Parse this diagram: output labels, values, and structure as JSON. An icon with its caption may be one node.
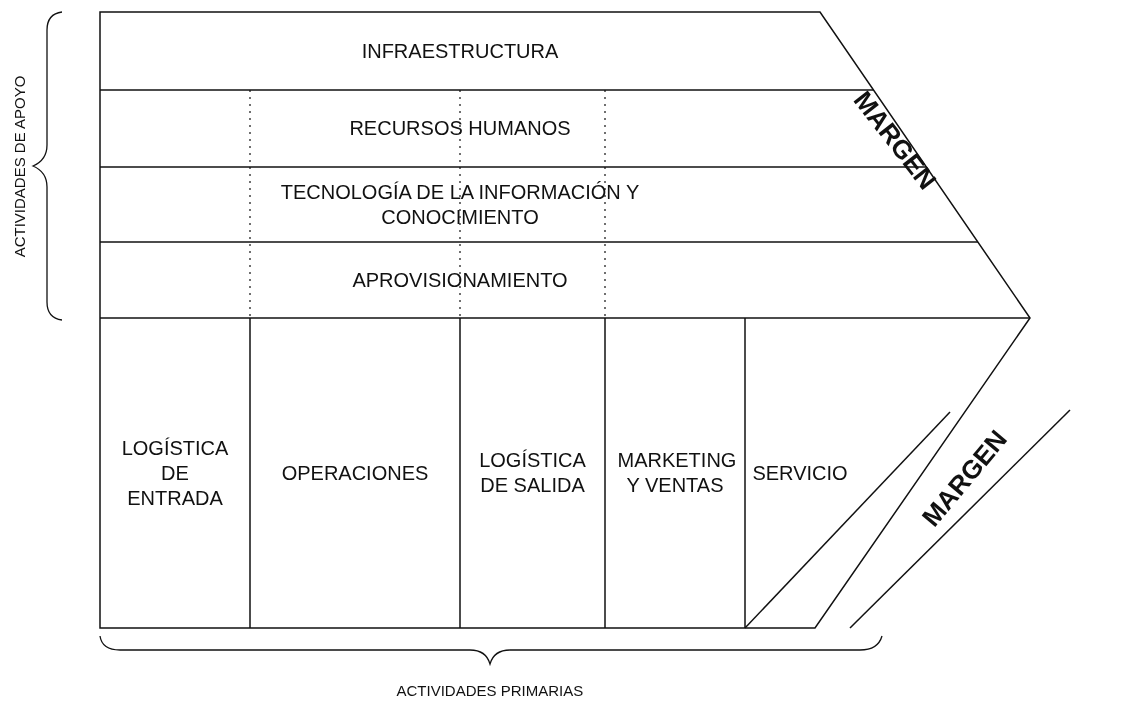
{
  "diagram": {
    "nodes": [
      {
        "text": [
          "INFRAESTRUCTURA"
        ]
      },
      {
        "text": [
          "RECURSOS HUMANOS"
        ]
      },
      {
        "text": [
          "TECNOLOGÍA DE LA INFORMACIÓN Y CONOCIMIENTO"
        ]
      },
      {
        "text": [
          "APROVISIONAMIENTO"
        ]
      },
      {
        "text": [
          "LOGÍSTICA DE ENTRADA"
        ]
      },
      {
        "text": [
          "OPERACIONES"
        ]
      },
      {
        "text": [
          "LOGÍSTICA DE SALIDA"
        ]
      },
      {
        "text": [
          "MARKETING Y VENTAS"
        ]
      },
      {
        "text": [
          "SERVICIO"
        ]
      }
    ],
    "labels": [
      "ACTIVIDADES DE APOYO",
      "MARGEN",
      "MARGEN",
      "ACTIVIDADES PRIMARIAS"
    ]
  }
}
